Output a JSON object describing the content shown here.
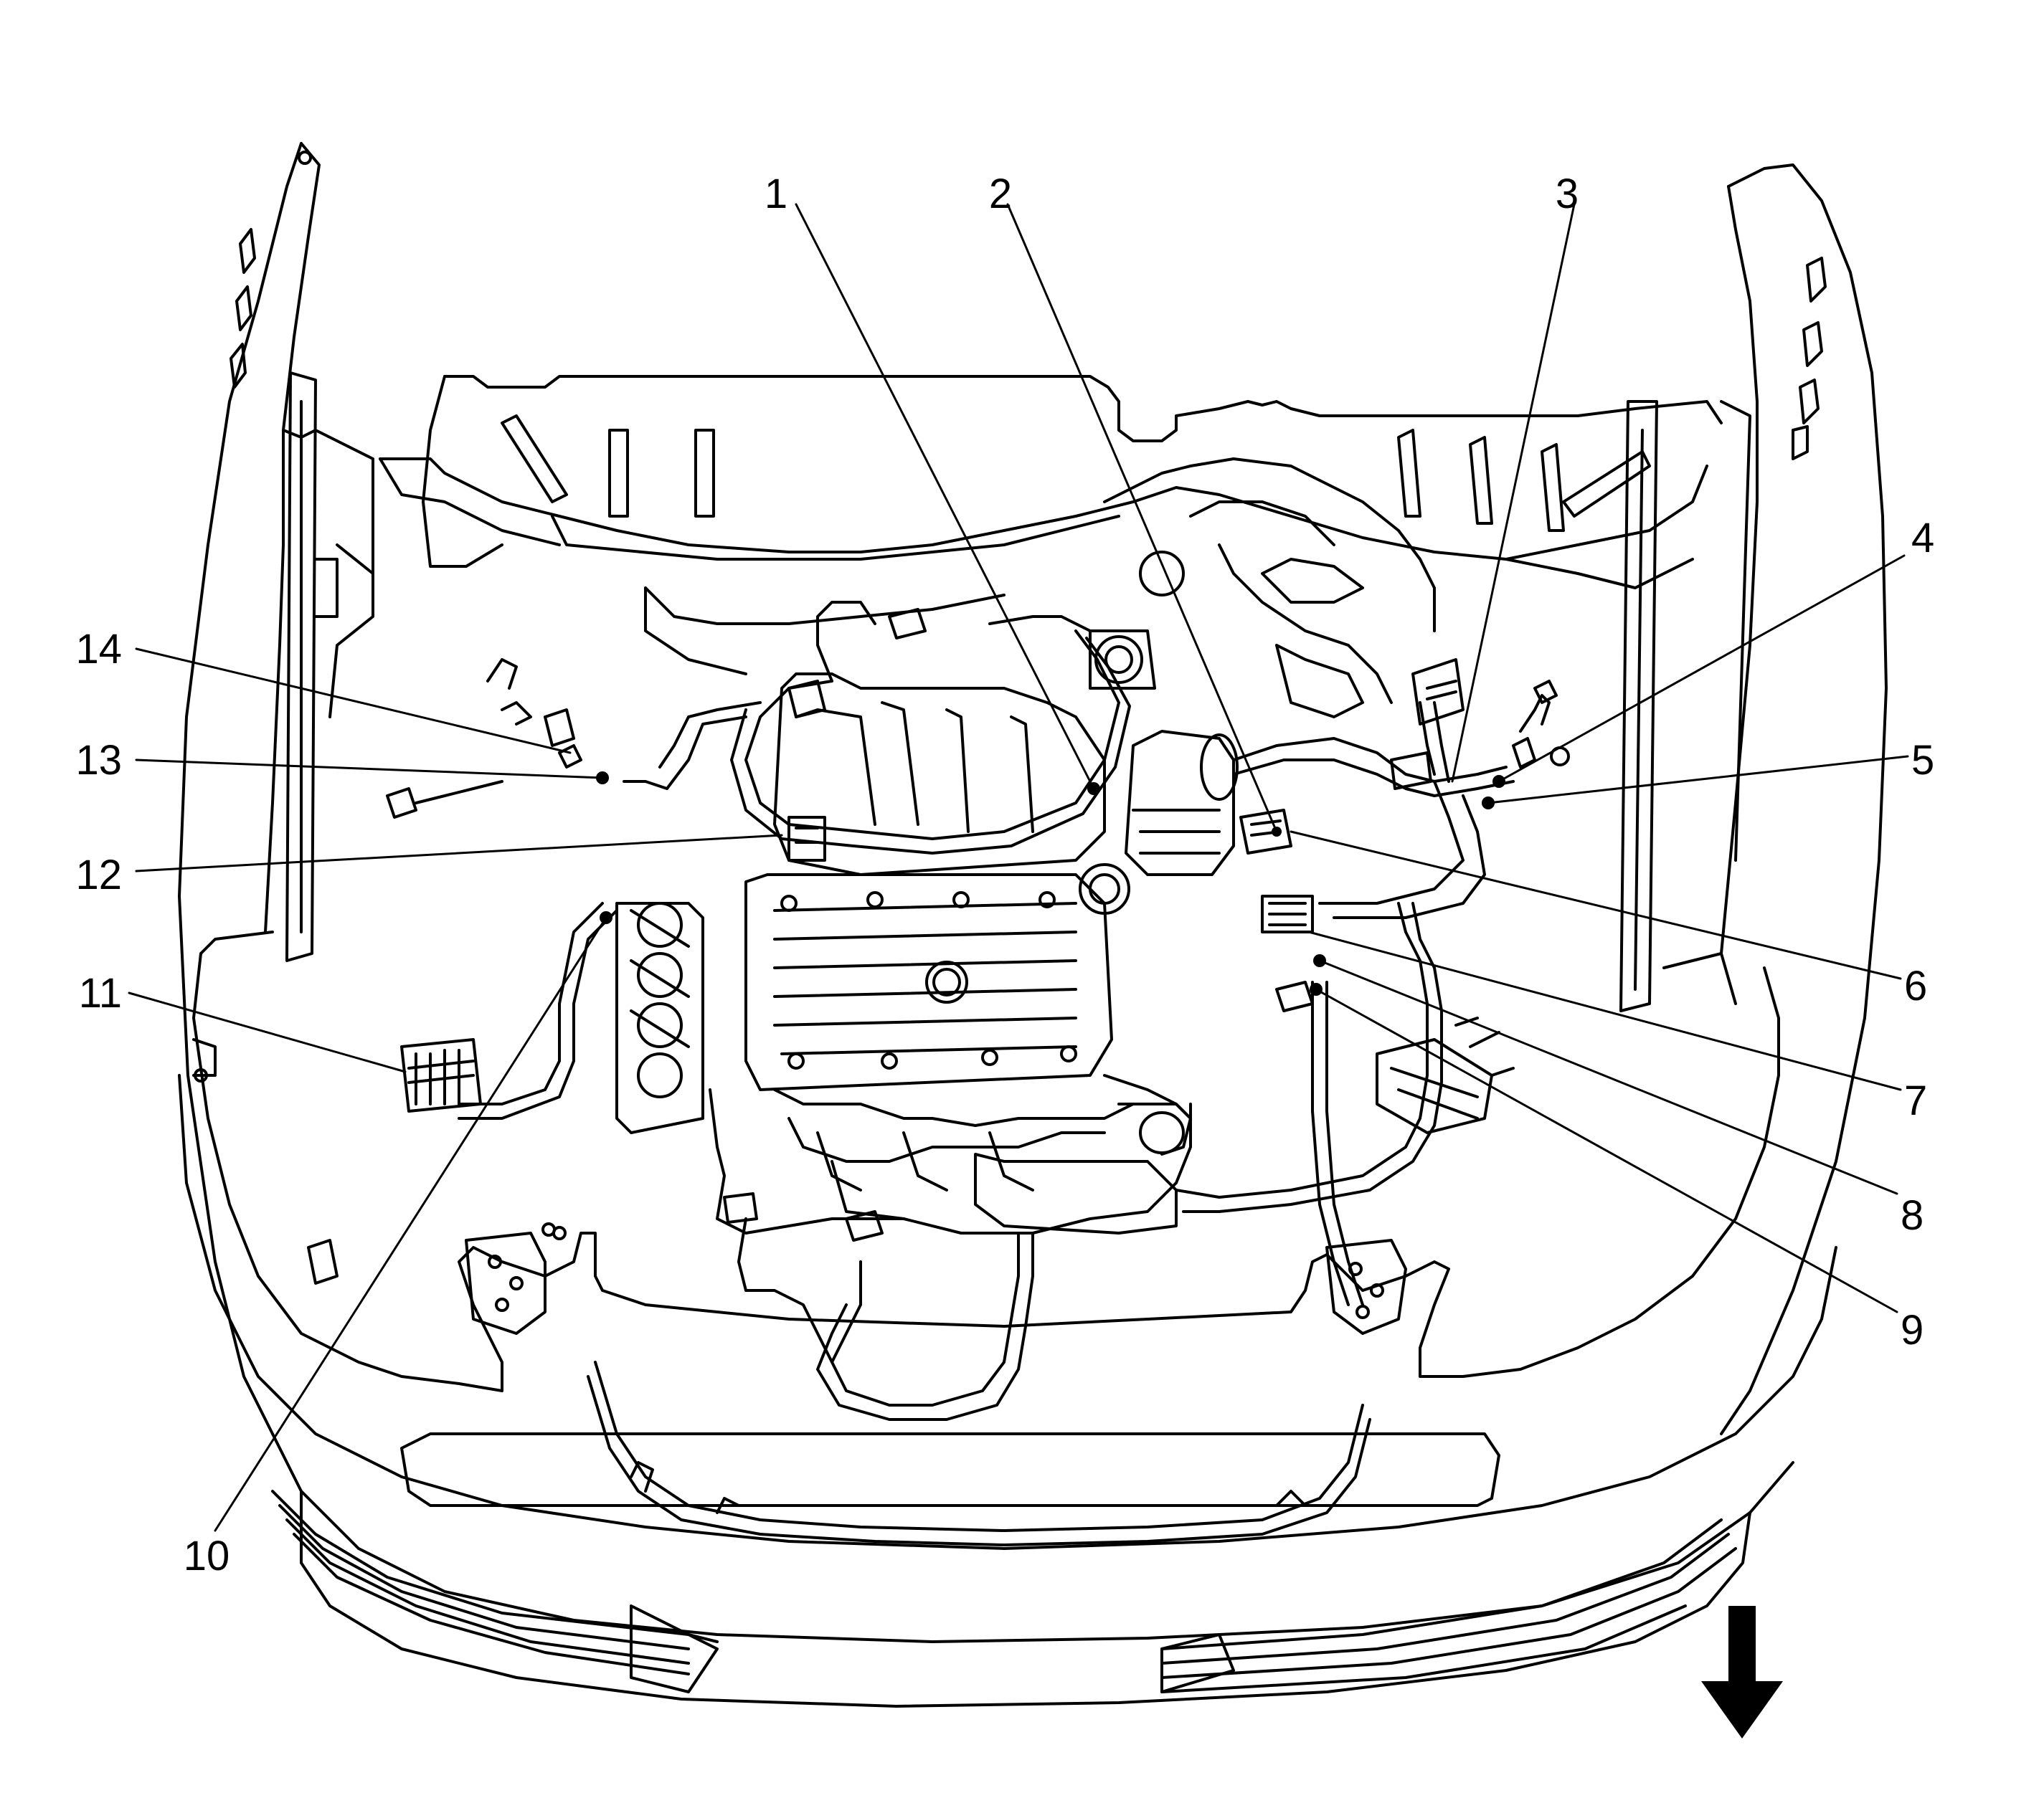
{
  "figure": {
    "type": "engine-compartment wiring harness component locator",
    "orientation": "front of vehicle toward bottom (arrow)",
    "line_color": "#000000",
    "background_color": "#ffffff"
  },
  "callouts": [
    {
      "id": 1,
      "label": "1"
    },
    {
      "id": 2,
      "label": "2"
    },
    {
      "id": 3,
      "label": "3"
    },
    {
      "id": 4,
      "label": "4"
    },
    {
      "id": 5,
      "label": "5"
    },
    {
      "id": 6,
      "label": "6"
    },
    {
      "id": 7,
      "label": "7"
    },
    {
      "id": 8,
      "label": "8"
    },
    {
      "id": 9,
      "label": "9"
    },
    {
      "id": 10,
      "label": "10"
    },
    {
      "id": 11,
      "label": "11"
    },
    {
      "id": 12,
      "label": "12"
    },
    {
      "id": 13,
      "label": "13"
    },
    {
      "id": 14,
      "label": "14"
    }
  ],
  "direction_arrow": {
    "icon": "down-arrow-icon",
    "meaning": "front of vehicle"
  }
}
